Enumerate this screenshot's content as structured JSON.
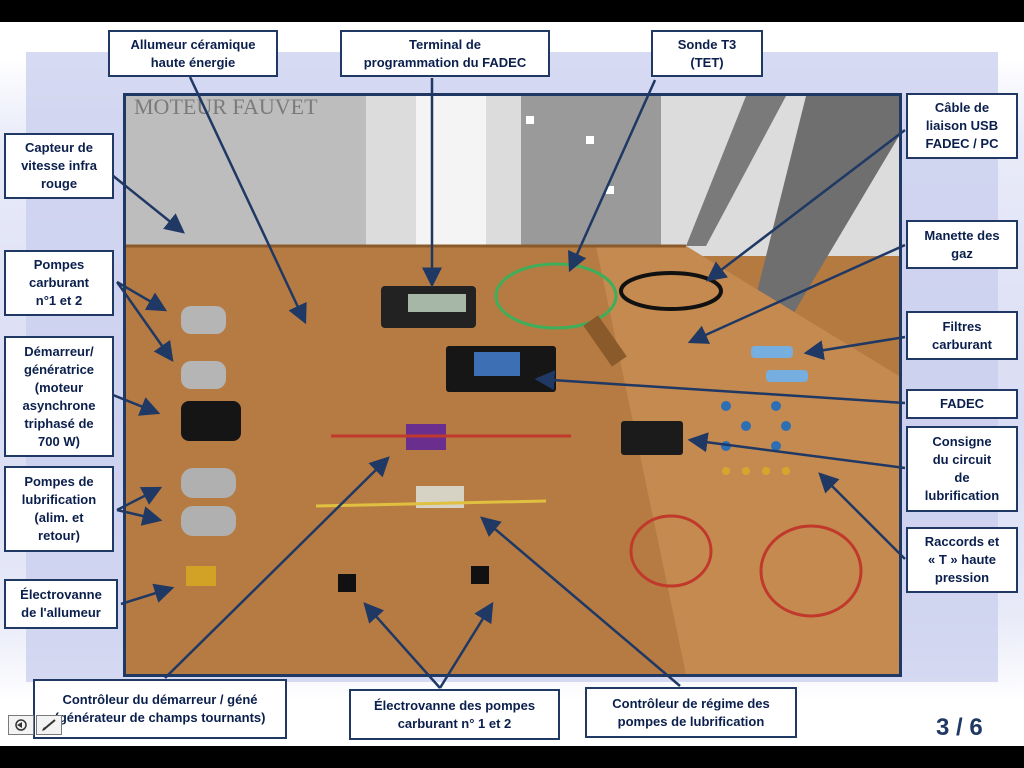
{
  "slide": {
    "number": "3 / 6"
  },
  "photo": {
    "wall_text": "MOTEUR FAUVET"
  },
  "labels": {
    "allumeur": "Allumeur céramique\nhaute énergie",
    "terminal": "Terminal de\nprogrammation du FADEC",
    "sonde": "Sonde T3\n(TET)",
    "capteur": "Capteur de\nvitesse infra\nrouge",
    "cable": "Câble de\nliaison USB\nFADEC / PC",
    "pompes_carb": "Pompes\ncarburant\nn°1 et 2",
    "manette": "Manette des\ngaz",
    "demarreur": "Démarreur/\ngénératrice\n(moteur\nasynchrone\ntriphasé de\n700 W)",
    "filtres": "Filtres\ncarburant",
    "fadec": "FADEC",
    "pompes_lub": "Pompes de\nlubrification\n(alim. et\nretour)",
    "consigne": "Consigne\ndu circuit\nde\nlubrification",
    "electrovanne_all": "Électrovanne\nde l'allumeur",
    "raccords": "Raccords et\n« T » haute\npression",
    "controleur_dem": "Contrôleur du démarreur / géné\n(générateur de champs tournants)",
    "electrovanne_pompes": "Électrovanne des pompes\ncarburant n° 1 et 2",
    "controleur_regime": "Contrôleur de régime des\npompes de lubrification"
  },
  "icons": {
    "nav_back": "slide-back-icon",
    "nav_pen": "pen-tool-icon"
  },
  "colors": {
    "label_border": "#1f3864",
    "label_text": "#0b1f4c",
    "table": "#b57a40",
    "arrow": "#1f3864"
  }
}
